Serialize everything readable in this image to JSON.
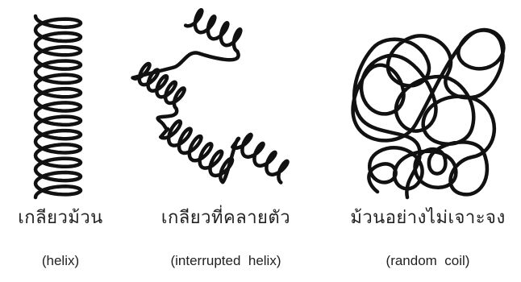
{
  "diagram": {
    "stroke_color": "#111111",
    "structures": [
      {
        "thai_label": "เกลียวม้วน",
        "english_label": "(helix)"
      },
      {
        "thai_label": "เกลียวที่คลายตัว",
        "english_label": "(interrupted  helix)"
      },
      {
        "thai_label": "ม้วนอย่างไม่เจาะจง",
        "english_label": "(random  coil)"
      }
    ]
  }
}
